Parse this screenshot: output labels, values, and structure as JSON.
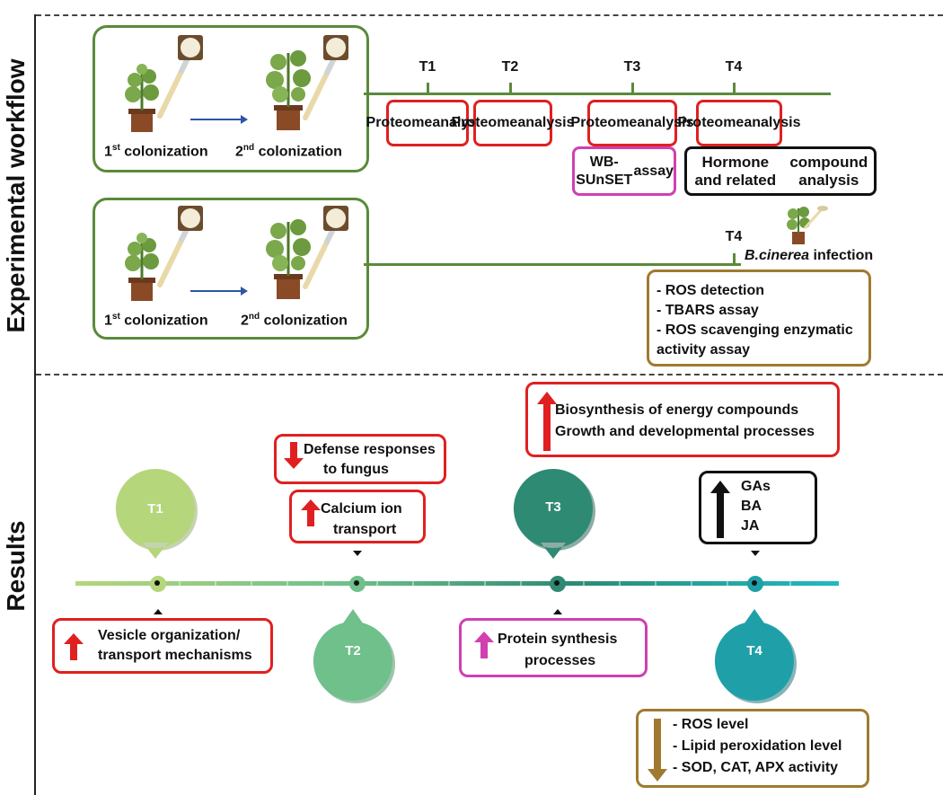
{
  "workflow": {
    "section_label": "Experimental workflow",
    "panel1": {
      "first_col": "1",
      "first_sup": "st",
      "first_rest": " colonization",
      "second_col": "2",
      "second_sup": "nd",
      "second_rest": " colonization"
    },
    "panel2": {
      "first_col": "1",
      "first_sup": "st",
      "first_rest": " colonization",
      "second_col": "2",
      "second_sup": "nd",
      "second_rest": " colonization"
    },
    "timepoints": [
      "T1",
      "T2",
      "T3",
      "T4"
    ],
    "proteome_line1": "Proteome",
    "proteome_line2": "analysis",
    "wb_line1": "WB-SUnSET",
    "wb_line2": "assay",
    "hormone_line1": "Hormone and related",
    "hormone_line2": "compound analysis",
    "t4_label": "T4",
    "infection_species": "B.cinerea",
    "infection_rest": " infection",
    "ros_items": [
      "- ROS detection",
      "- TBARS assay",
      "- ROS scavenging enzymatic",
      "activity assay"
    ]
  },
  "results": {
    "section_label": "Results",
    "pins": [
      "T1",
      "T2",
      "T3",
      "T4"
    ],
    "t1_box": [
      "Vesicle organization/",
      "transport mechanisms"
    ],
    "t2_box_down": [
      "Defense responses",
      "to fungus"
    ],
    "t2_box_up": [
      "Calcium ion",
      "transport"
    ],
    "t3_box_up": [
      "Biosynthesis of energy compounds",
      "Growth and developmental processes"
    ],
    "t3_box_pink": [
      "Protein synthesis",
      "processes"
    ],
    "t4_box_black": [
      "GAs",
      "BA",
      "JA"
    ],
    "t4_box_brown": [
      "- ROS level",
      "- Lipid peroxidation level",
      "- SOD, CAT, APX activity"
    ]
  },
  "colors": {
    "red": "#e02020",
    "pink": "#d040b0",
    "brown": "#a07a30",
    "green": "#5a8a3a",
    "t1": "#b5d67a",
    "t2": "#6fc08a",
    "t3": "#2e8a72",
    "t4": "#1fa0a8"
  }
}
